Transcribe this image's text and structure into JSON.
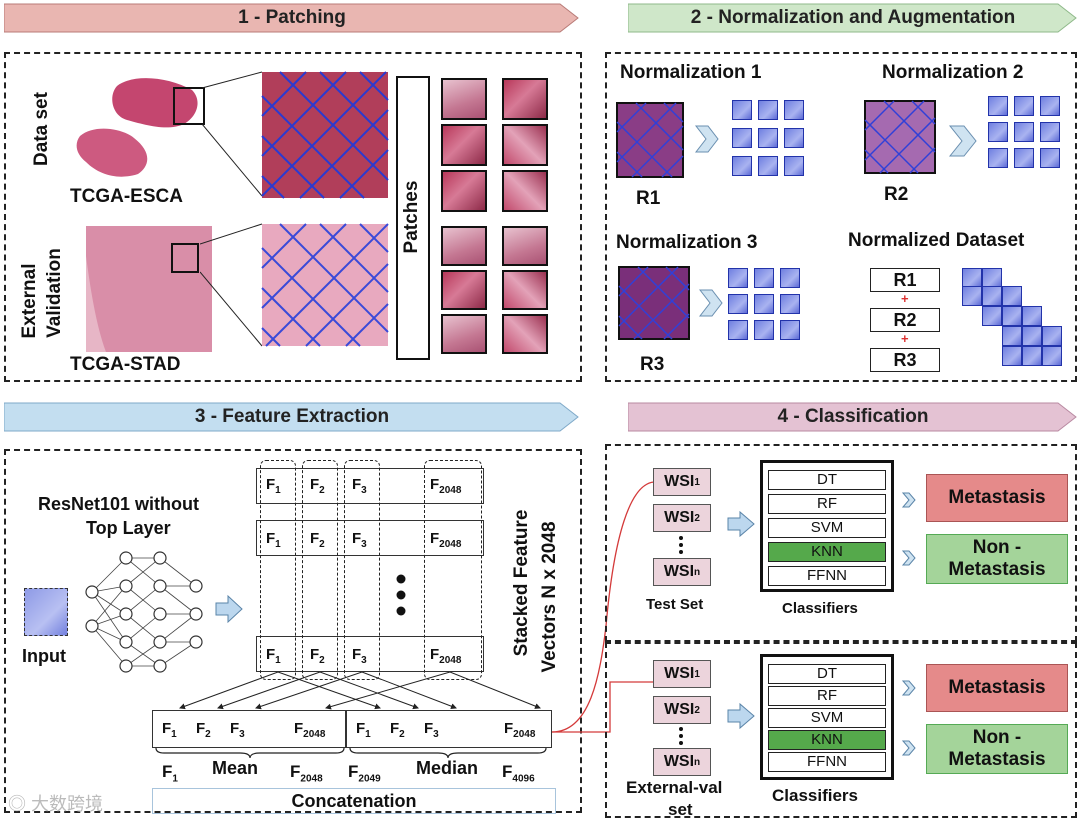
{
  "panel1": {
    "title": "1 - Patching",
    "dataset_label": "Data set",
    "dataset_name": "TCGA-ESCA",
    "external_label_1": "External",
    "external_label_2": "Validation",
    "external_name": "TCGA-STAD",
    "patches_label": "Patches"
  },
  "panel2": {
    "title": "2 - Normalization and Augmentation",
    "norm1": "Normalization 1",
    "norm2": "Normalization 2",
    "norm3": "Normalization 3",
    "normalized_dataset": "Normalized Dataset",
    "r1": "R1",
    "r2": "R2",
    "r3": "R3",
    "plus": "+"
  },
  "panel3": {
    "title": "3 - Feature Extraction",
    "model_line1": "ResNet101 without",
    "model_line2": "Top Layer",
    "input_label": "Input",
    "f1": "F",
    "f1_sub": "1",
    "f2_sub": "2",
    "f3_sub": "3",
    "f2048_sub": "2048",
    "stacked_line1": "Stacked Feature",
    "stacked_line2": "Vectors N x 2048",
    "mean_label": "Mean",
    "median_label": "Median",
    "f2049_sub": "2049",
    "f4096_sub": "4096",
    "concatenation": "Concatenation"
  },
  "panel4": {
    "title": "4 - Classification",
    "wsi": "WSI",
    "wsi_sub1": "1",
    "wsi_sub2": "2",
    "wsi_subn": "n",
    "test_set": "Test Set",
    "external_val_1": "External-val",
    "external_val_2": "set",
    "classifiers_label": "Classifiers",
    "classifiers": [
      "DT",
      "RF",
      "SVM",
      "KNN",
      "FFNN"
    ],
    "metastasis": "Metastasis",
    "non_metastasis_1": "Non -",
    "non_metastasis_2": "Metastasis"
  },
  "watermark": "大数跨境",
  "colors": {
    "banner1": "#e9b6b1",
    "banner2": "#cfe7c9",
    "banner3": "#c3def0",
    "banner4": "#e4c2d3",
    "metastasis": "#e58a8a",
    "non_metastasis": "#a4d49a",
    "knn": "#55a94b",
    "connector": "#d43a3a"
  }
}
